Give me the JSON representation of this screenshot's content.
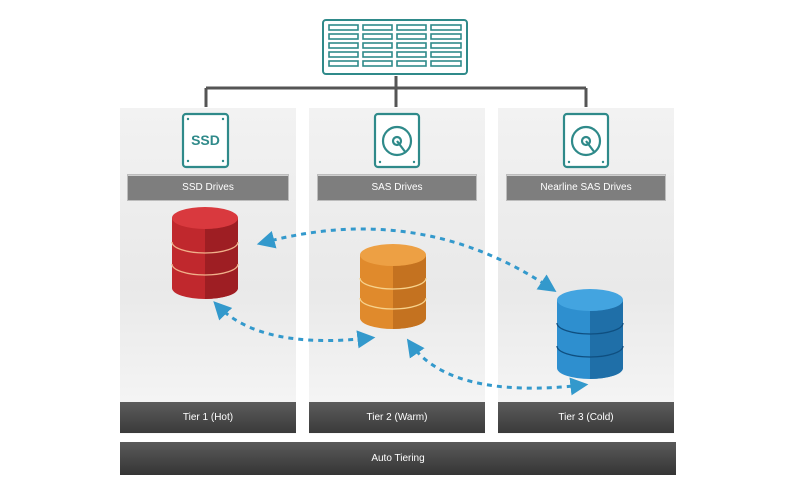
{
  "columns": [
    {
      "drive_label": "SSD Drives",
      "tier_label": "Tier 1 (Hot)",
      "icon": "ssd-drive-icon",
      "icon_text": "SSD",
      "cylinder_color": "#c0282d"
    },
    {
      "drive_label": "SAS Drives",
      "tier_label": "Tier 2 (Warm)",
      "icon": "hard-disk-icon",
      "cylinder_color": "#e08a2c"
    },
    {
      "drive_label": "Nearline SAS Drives",
      "tier_label": "Tier 3 (Cold)",
      "icon": "hard-disk-icon",
      "cylinder_color": "#2e8fcf"
    }
  ],
  "footer": {
    "label": "Auto Tiering"
  },
  "server": {
    "icon": "storage-array-icon"
  },
  "colors": {
    "accent": "#2f8a8a",
    "arrow": "#3399cc",
    "connector": "#555555"
  }
}
